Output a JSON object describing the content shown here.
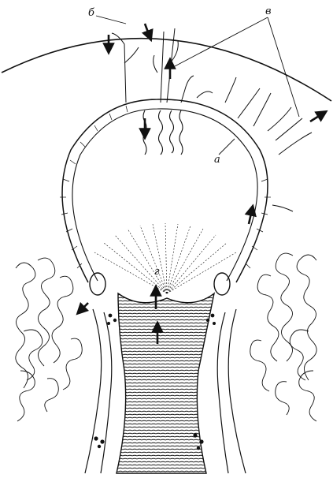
{
  "diagram": {
    "labels": {
      "a": "а",
      "b": "б",
      "v": "в",
      "g": "г"
    },
    "colors": {
      "ink": "#111111",
      "paper": "#ffffff"
    },
    "arrow_count": 9
  }
}
